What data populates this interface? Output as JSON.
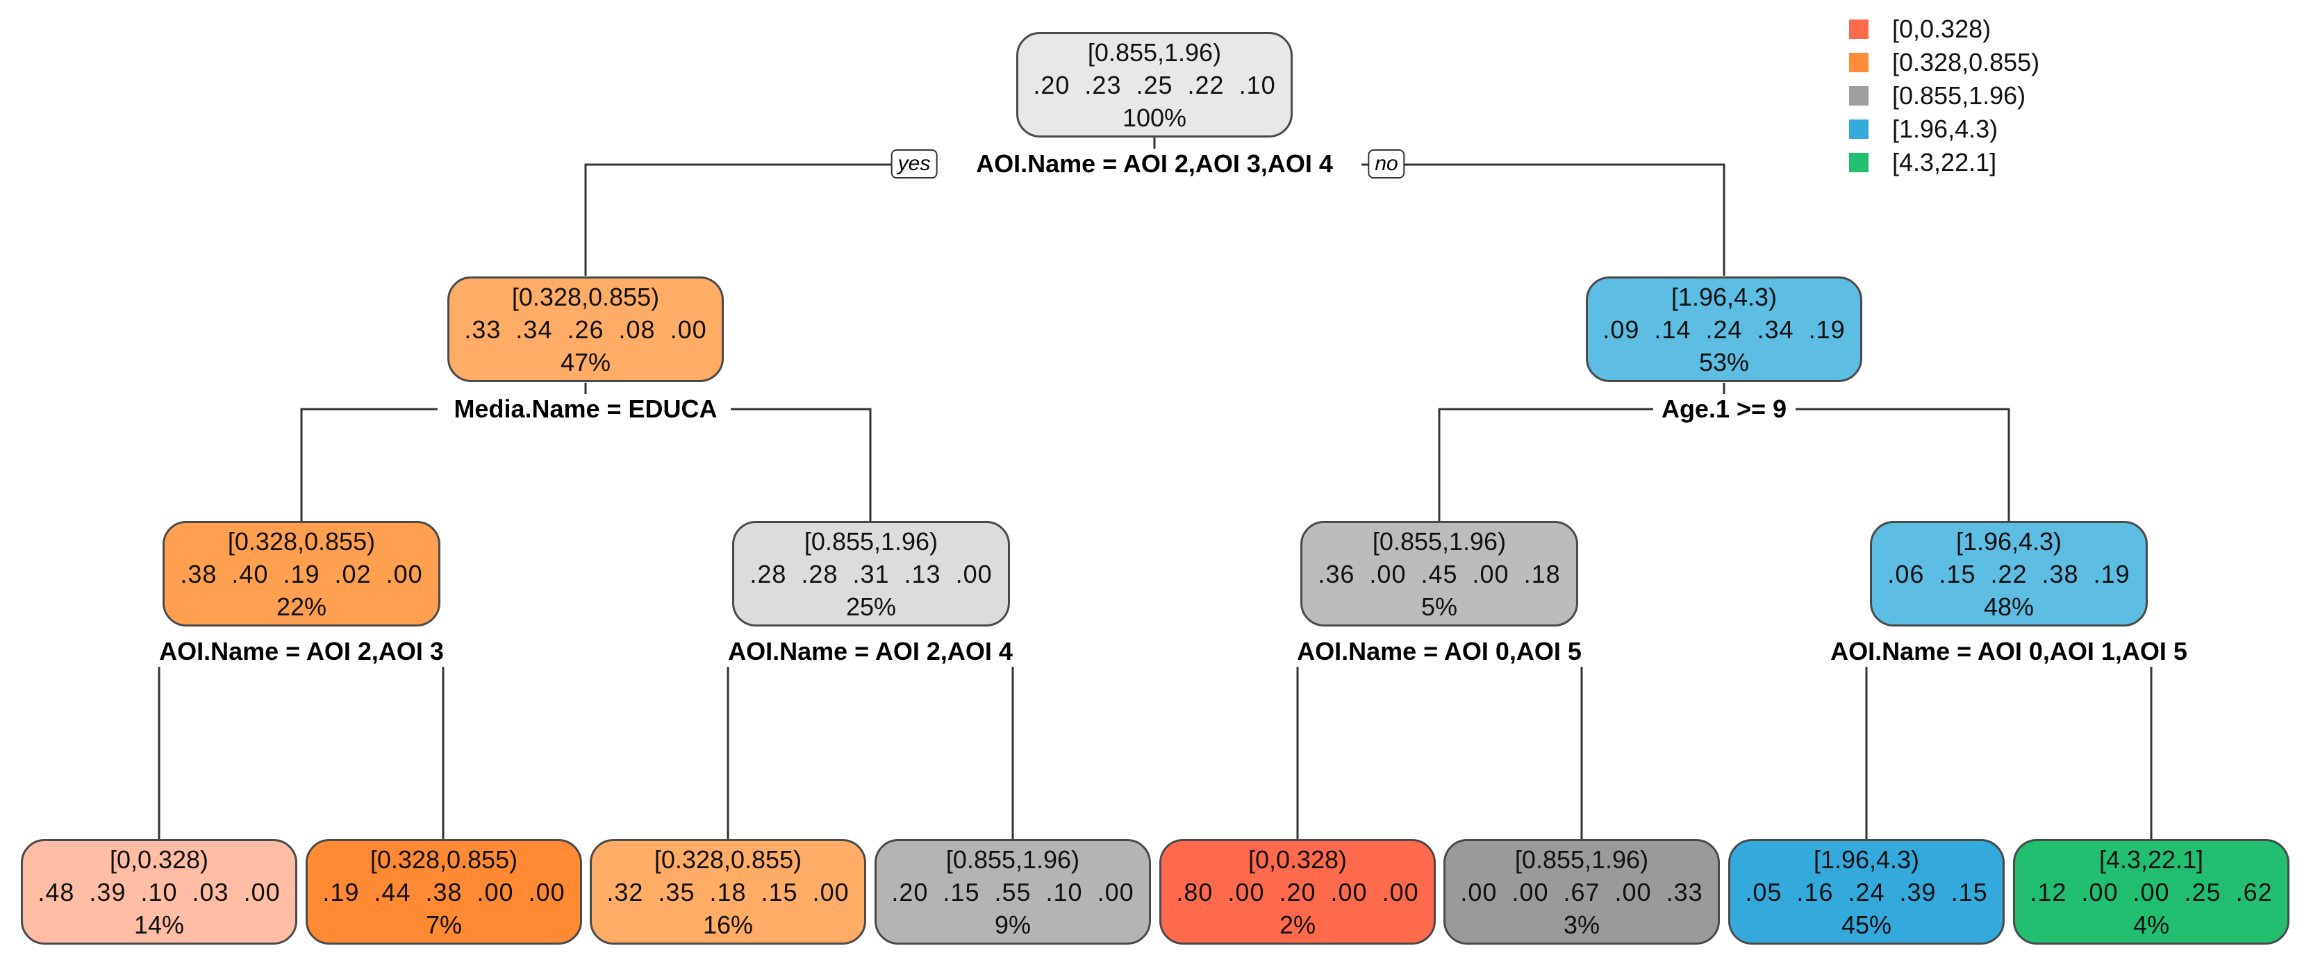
{
  "legend": [
    {
      "label": "[0,0.328)",
      "color": "#FF6A4D"
    },
    {
      "label": "[0.328,0.855)",
      "color": "#FF8C3A"
    },
    {
      "label": "[0.855,1.96)",
      "color": "#9E9E9E"
    },
    {
      "label": "[1.96,4.3)",
      "color": "#35ABDC"
    },
    {
      "label": "[4.3,22.1]",
      "color": "#22BF70"
    }
  ],
  "edge_labels": {
    "yes": "yes",
    "no": "no"
  },
  "nodes": [
    {
      "id": "root",
      "class": "[0.855,1.96)",
      "probs": ".20  .23  .25  .22  .10",
      "pct": "100%",
      "color": "#E8E8E8"
    },
    {
      "id": "n2",
      "class": "[0.328,0.855)",
      "probs": ".33  .34  .26  .08  .00",
      "pct": "47%",
      "color": "#FFAC66"
    },
    {
      "id": "n3",
      "class": "[1.96,4.3)",
      "probs": ".09  .14  .24  .34  .19",
      "pct": "53%",
      "color": "#5DBDE2"
    },
    {
      "id": "n4",
      "class": "[0.328,0.855)",
      "probs": ".38  .40  .19  .02  .00",
      "pct": "22%",
      "color": "#FFA050"
    },
    {
      "id": "n5",
      "class": "[0.855,1.96)",
      "probs": ".28  .28  .31  .13  .00",
      "pct": "25%",
      "color": "#DCDCDC"
    },
    {
      "id": "n6",
      "class": "[0.855,1.96)",
      "probs": ".36  .00  .45  .00  .18",
      "pct": "5%",
      "color": "#BCBCBC"
    },
    {
      "id": "n7",
      "class": "[1.96,4.3)",
      "probs": ".06  .15  .22  .38  .19",
      "pct": "48%",
      "color": "#5DBDE2"
    },
    {
      "id": "l1",
      "class": "[0,0.328)",
      "probs": ".48  .39  .10  .03  .00",
      "pct": "14%",
      "color": "#FFBDA6"
    },
    {
      "id": "l2",
      "class": "[0.328,0.855)",
      "probs": ".19  .44  .38  .00  .00",
      "pct": "7%",
      "color": "#FF8A33"
    },
    {
      "id": "l3",
      "class": "[0.328,0.855)",
      "probs": ".32  .35  .18  .15  .00",
      "pct": "16%",
      "color": "#FFAD66"
    },
    {
      "id": "l4",
      "class": "[0.855,1.96)",
      "probs": ".20  .15  .55  .10  .00",
      "pct": "9%",
      "color": "#B4B4B4"
    },
    {
      "id": "l5",
      "class": "[0,0.328)",
      "probs": ".80  .00  .20  .00  .00",
      "pct": "2%",
      "color": "#FF6A4D"
    },
    {
      "id": "l6",
      "class": "[0.855,1.96)",
      "probs": ".00  .00  .67  .00  .33",
      "pct": "3%",
      "color": "#9A9A9A"
    },
    {
      "id": "l7",
      "class": "[1.96,4.3)",
      "probs": ".05  .16  .24  .39  .15",
      "pct": "45%",
      "color": "#34AADC"
    },
    {
      "id": "l8",
      "class": "[4.3,22.1]",
      "probs": ".12  .00  .00  .25  .62",
      "pct": "4%",
      "color": "#22BF70"
    }
  ],
  "splits": {
    "root": "AOI.Name = AOI 2,AOI 3,AOI 4",
    "n2": "Media.Name = EDUCA",
    "n3": "Age.1 >= 9",
    "n4": "AOI.Name = AOI 2,AOI 3",
    "n5": "AOI.Name = AOI 2,AOI 4",
    "n6": "AOI.Name = AOI 0,AOI 5",
    "n7": "AOI.Name = AOI 0,AOI 1,AOI 5"
  }
}
